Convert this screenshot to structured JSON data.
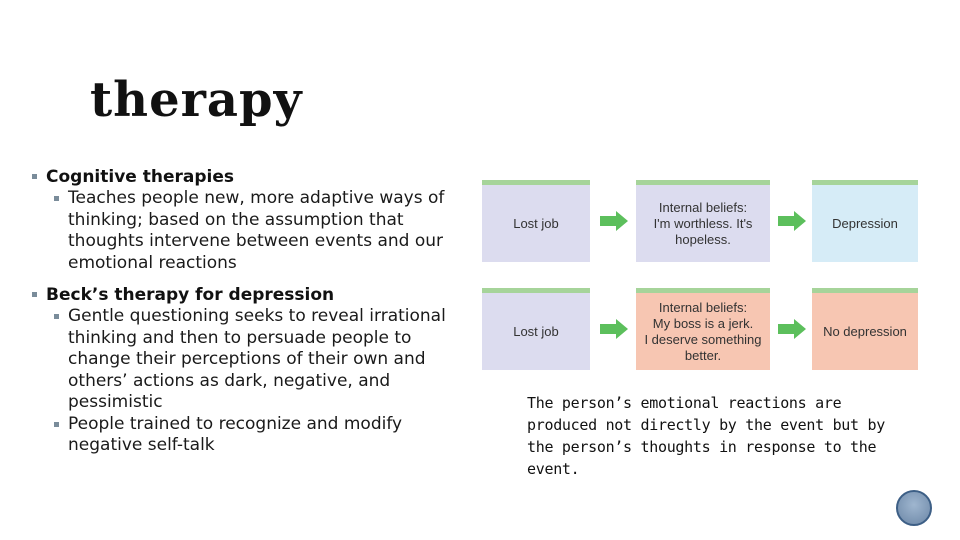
{
  "slide": {
    "title": "therapy",
    "bullets": {
      "b1": "Cognitive therapies",
      "b1_sub1": "Teaches people new, more adaptive ways of thinking; based on the assumption that thoughts intervene between events and our emotional reactions",
      "b2": "Beck’s therapy for depression",
      "b2_sub1": "Gentle questioning seeks to reveal irrational thinking and then to persuade people to change their perceptions of their own and others’ actions as dark, negative, and pessimistic",
      "b2_sub2": "People trained to recognize and modify negative self-talk"
    },
    "diagram": {
      "row1": {
        "event": "Lost job",
        "belief": "Internal beliefs:\nI'm worthless. It's hopeless.",
        "outcome": "Depression"
      },
      "row2": {
        "event": "Lost job",
        "belief": "Internal beliefs:\nMy boss is a jerk.\nI deserve something better.",
        "outcome": "No depression"
      },
      "colors": {
        "purple": "#dcdcef",
        "blue": "#d6ecf7",
        "salmon": "#f7c6b2",
        "green_bar": "#a6d49a",
        "arrow": "#5cbf5c"
      }
    },
    "caption": "The person’s emotional reactions are produced not directly by the event but by the person’s thoughts in response to the event."
  }
}
